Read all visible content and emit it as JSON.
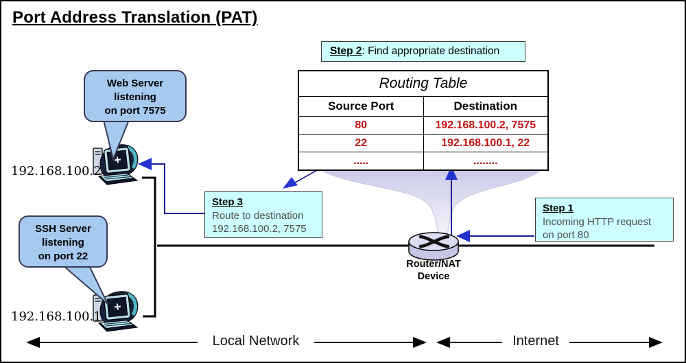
{
  "title": "Port Address Translation (PAT)",
  "routing_table": {
    "title": "Routing Table",
    "columns": [
      "Source Port",
      "Destination"
    ],
    "rows": [
      [
        "80",
        "192.168.100.2, 7575"
      ],
      [
        "22",
        "192.168.100.1, 22"
      ],
      [
        ".....",
        "........"
      ]
    ]
  },
  "steps": {
    "step1": {
      "label": "Step 1",
      "line1": "Incoming HTTP request",
      "line2": "on port 80"
    },
    "step2": {
      "label": "Step 2",
      "text": ": Find appropriate destination"
    },
    "step3": {
      "label": "Step 3",
      "line1": "Route to destination",
      "line2": "192.168.100.2, 7575"
    }
  },
  "callouts": {
    "web_server": [
      "Web Server",
      "listening",
      "on port 7575"
    ],
    "ssh_server": [
      "SSH Server",
      "listening",
      "on port 22"
    ]
  },
  "hosts": {
    "web_server_ip": "192.168.100.2",
    "ssh_server_ip": "192.168.100.1"
  },
  "router": {
    "label_line1": "Router/NAT",
    "label_line2": "Device"
  },
  "zones": {
    "local_network": "Local Network",
    "internet": "Internet"
  },
  "colors": {
    "step_box_bg": "#ccffff",
    "step_box_border": "#3c3c3c",
    "bubble_bg": "#a6c9ef",
    "bubble_border": "#3a3a55",
    "table_red": "#c11212",
    "arrow_blue": "#2432cf",
    "line_blue": "#1c1c96",
    "funnel_lavender": "#c9c9e6"
  }
}
